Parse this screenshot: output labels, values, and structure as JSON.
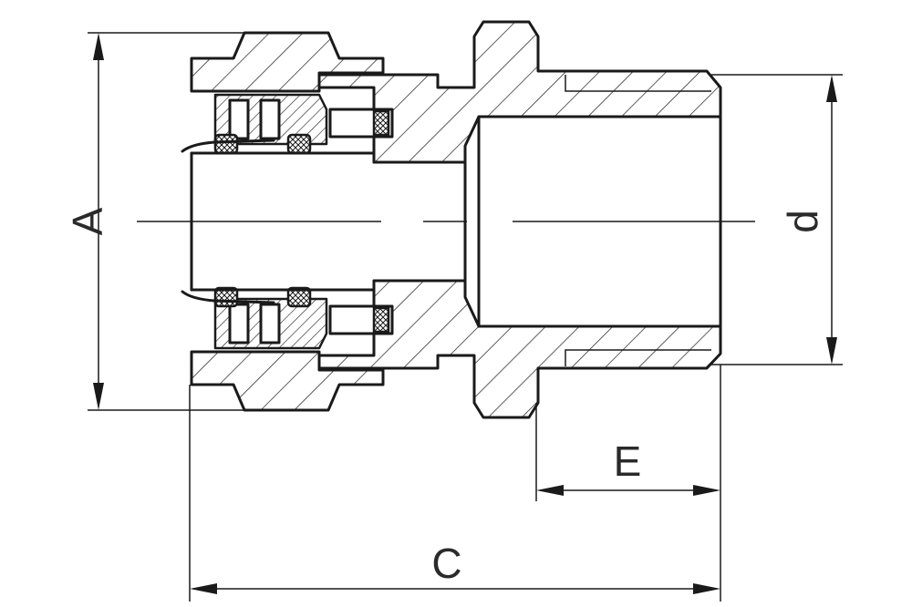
{
  "dimensions": {
    "a_label": "A",
    "c_label": "C",
    "d_label": "d",
    "e_label": "E"
  },
  "colors": {
    "line": "#1a1a1a",
    "background": "#ffffff"
  }
}
